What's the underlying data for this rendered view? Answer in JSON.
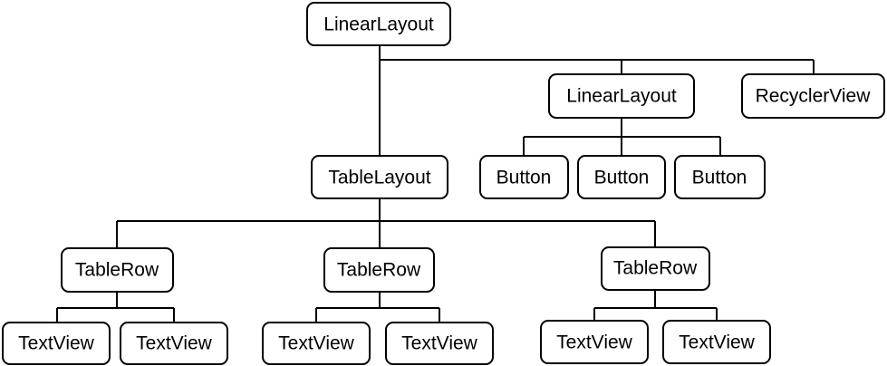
{
  "tree": {
    "root": {
      "label": "LinearLayout"
    },
    "table_layout": {
      "label": "TableLayout"
    },
    "inner_linear_layout": {
      "label": "LinearLayout"
    },
    "recycler_view": {
      "label": "RecyclerView"
    },
    "buttons": [
      {
        "label": "Button"
      },
      {
        "label": "Button"
      },
      {
        "label": "Button"
      }
    ],
    "table_rows": [
      {
        "label": "TableRow",
        "text_views": [
          {
            "label": "TextView"
          },
          {
            "label": "TextView"
          }
        ]
      },
      {
        "label": "TableRow",
        "text_views": [
          {
            "label": "TextView"
          },
          {
            "label": "TextView"
          }
        ]
      },
      {
        "label": "TableRow",
        "text_views": [
          {
            "label": "TextView"
          },
          {
            "label": "TextView"
          }
        ]
      }
    ]
  },
  "colors": {
    "stroke": "#000000",
    "node_fill": "#ffffff",
    "text": "#000000",
    "background": "#ffffff"
  }
}
